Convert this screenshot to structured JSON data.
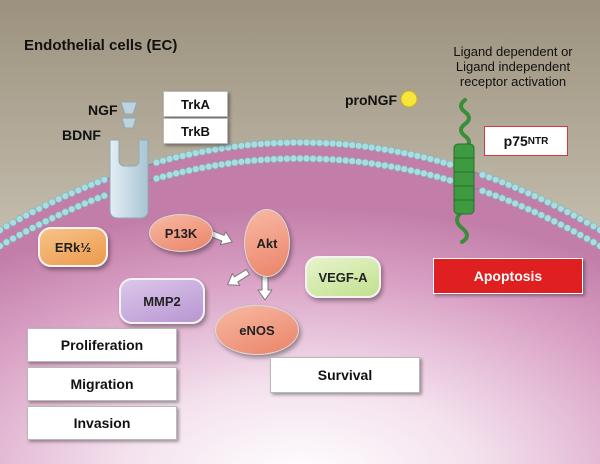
{
  "title": "Endothelial cells (EC)",
  "ligands": {
    "ngf": "NGF",
    "bdnf": "BDNF",
    "pro_ngf": "proNGF"
  },
  "receptors": {
    "trka": "TrkA",
    "trkb": "TrkB",
    "p75_base": "p75",
    "p75_sup": "NTR"
  },
  "note_lines": [
    "Ligand dependent or",
    "Ligand independent",
    "receptor activation"
  ],
  "nodes": {
    "erk": "ERk½",
    "pi3k": "P13K",
    "akt": "Akt",
    "mmp2": "MMP2",
    "enos": "eNOS",
    "vegfa": "VEGF-A"
  },
  "outcomes": {
    "proliferation": "Proliferation",
    "migration": "Migration",
    "invasion": "Invasion",
    "survival": "Survival",
    "apoptosis": "Apoptosis"
  },
  "colors": {
    "membrane_bead": "#a8dde2",
    "receptor": "#bfd7e3",
    "p75_green": "#3a8e3a",
    "apoptosis_red": "#e02020",
    "erk_orange": "#f2a65a",
    "mmp2_purple": "#c5a8da",
    "vegf_green": "#d6ebb0",
    "salmon": "#ee8f74",
    "ligand_yellow": "#f7e43c"
  }
}
